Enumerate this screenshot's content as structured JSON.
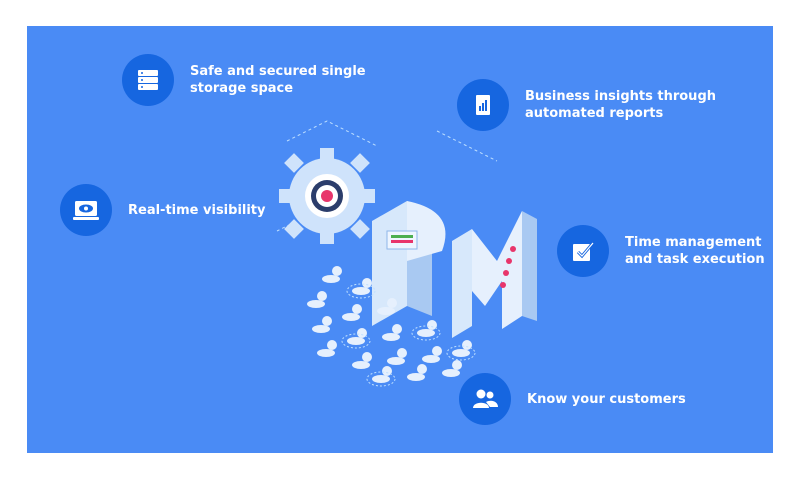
{
  "features": {
    "storage": "Safe and secured single\nstorage space",
    "insights": "Business insights through\nautomated reports",
    "visibility": "Real-time visibility",
    "time": "Time management\nand task execution",
    "customers": "Know your customers"
  },
  "colors": {
    "background": "#4a8bf5",
    "icon_circle": "#1666e0",
    "text": "#ffffff"
  },
  "icons": [
    "server-icon",
    "report-icon",
    "monitor-eye-icon",
    "checkbox-icon",
    "users-icon",
    "crm-illustration"
  ]
}
